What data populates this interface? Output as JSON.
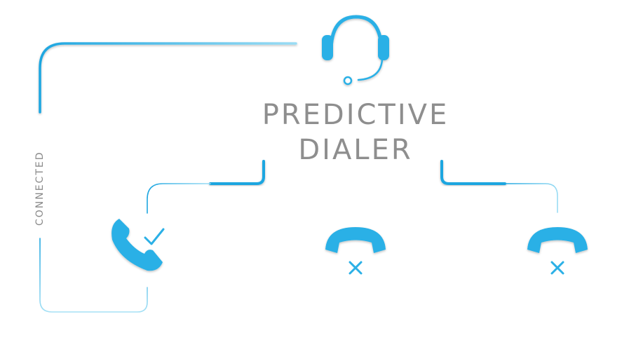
{
  "title": {
    "line1": "PREDICTIVE",
    "line2": "DIALER"
  },
  "side_label": "CONNECTED",
  "nodes": [
    {
      "icon": "headset-icon"
    },
    {
      "icon": "phone-icon",
      "status": "connected",
      "status_icon": "check-icon"
    },
    {
      "icon": "hang-up-icon",
      "status": "not-connected",
      "status_icon": "x-icon"
    },
    {
      "icon": "hang-up-icon",
      "status": "not-connected",
      "status_icon": "x-icon"
    }
  ],
  "colors": {
    "accent": "#2bb0e6",
    "accent_light": "#7fd3f3",
    "text": "#8e8e8e"
  }
}
